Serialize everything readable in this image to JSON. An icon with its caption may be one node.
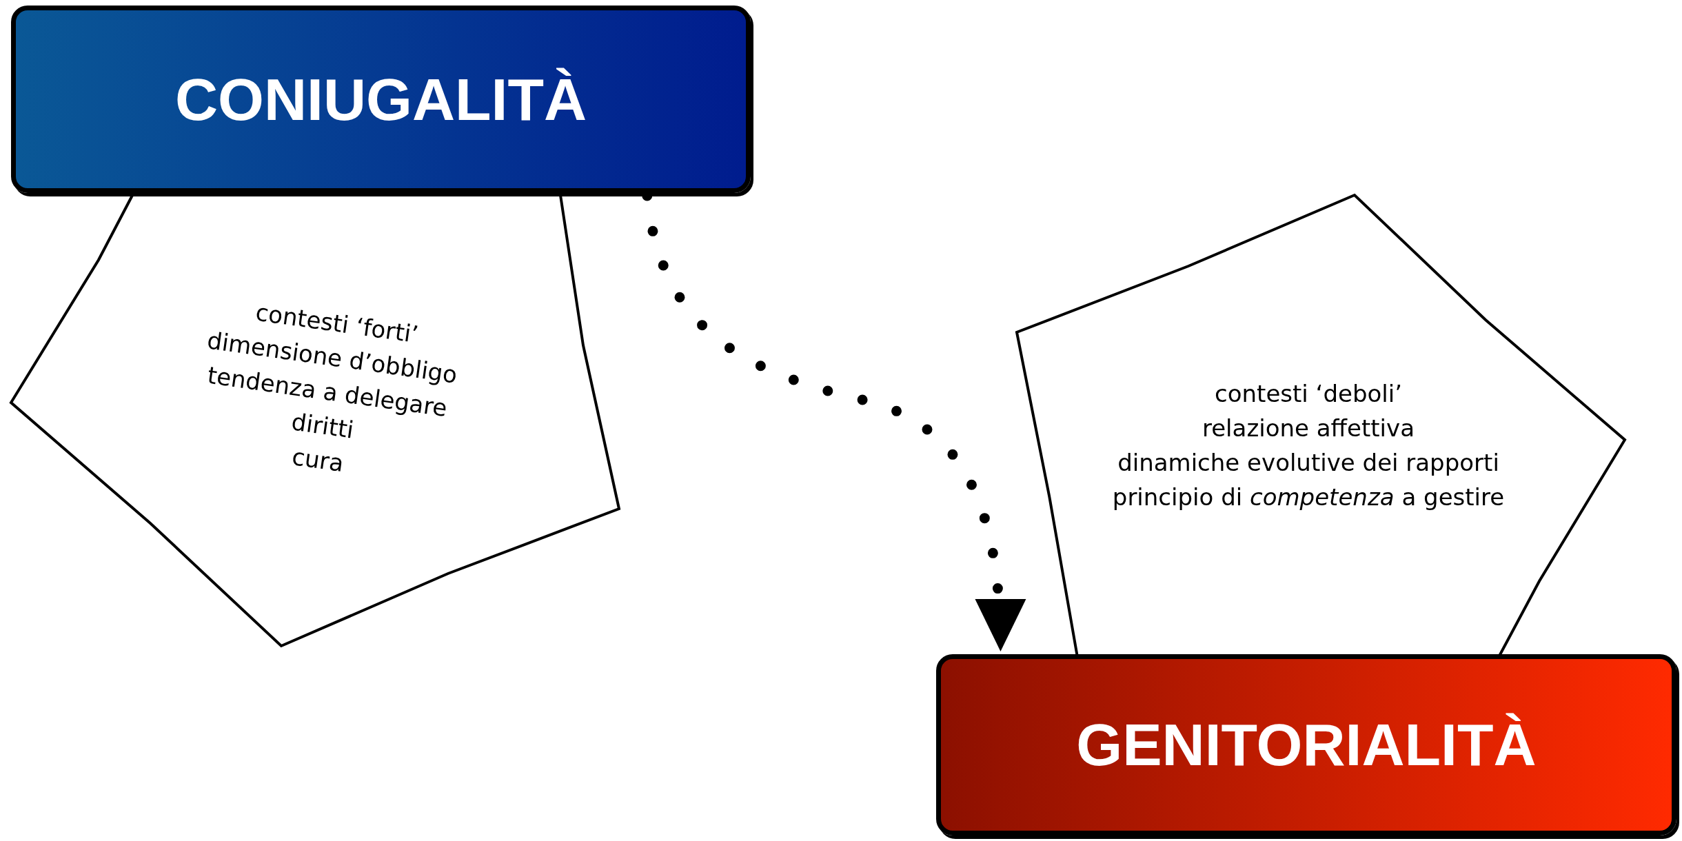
{
  "diagram": {
    "nodes": [
      {
        "text": [
          "CONIUGALITÀ"
        ]
      },
      {
        "text": [
          "contesti ‘forti’",
          "dimensione d’obbligo",
          "tendenza a delegare",
          "diritti",
          "cura"
        ]
      },
      {
        "text": [
          "contesti ‘deboli’",
          "relazione affettiva",
          "dinamiche evolutive dei rapporti",
          "principio di *competenza* a gestire"
        ]
      },
      {
        "text": [
          "GENITORIALITÀ"
        ]
      }
    ],
    "edges": [
      {
        "from": 0,
        "to": 3,
        "arrow": "to",
        "style": "dashed"
      }
    ]
  }
}
